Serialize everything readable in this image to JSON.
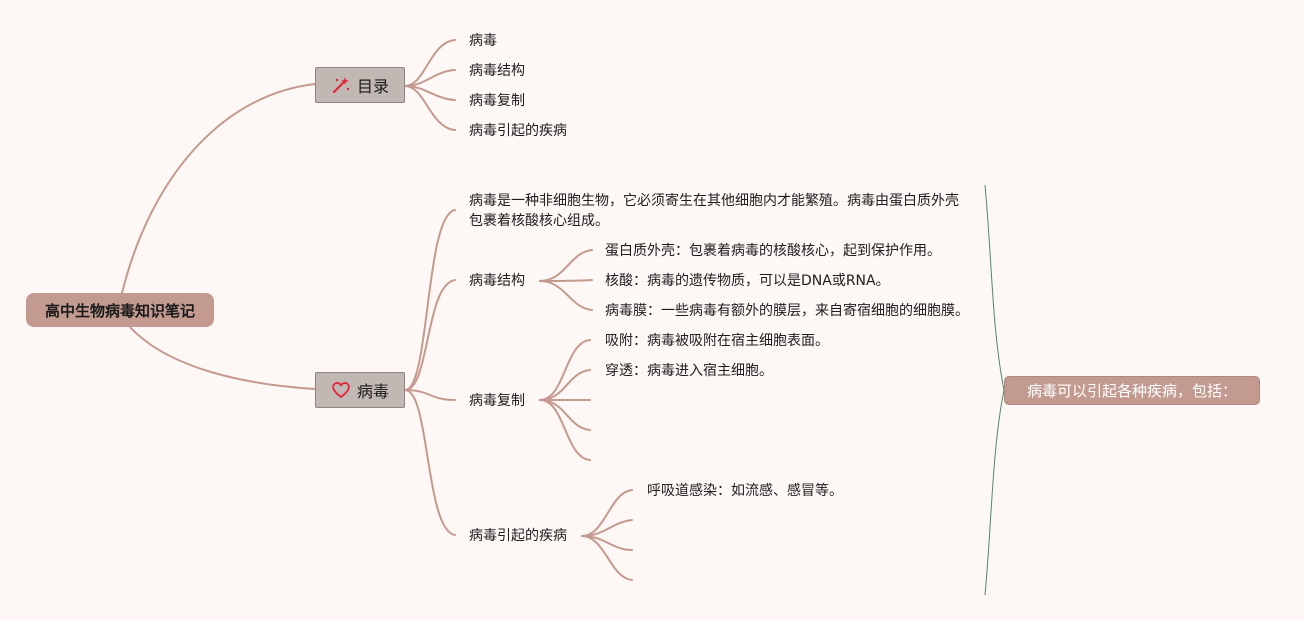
{
  "root": {
    "label": "高中生物病毒知识笔记"
  },
  "toc": {
    "label": "目录",
    "icon": "magic-wand-icon",
    "items": [
      "病毒",
      "病毒结构",
      "病毒复制",
      "病毒引起的疾病"
    ]
  },
  "virus": {
    "label": "病毒",
    "icon": "heart-icon",
    "definition": "病毒是一种非细胞生物，它必须寄生在其他细胞内才能繁殖。病毒由蛋白质外壳包裹着核酸核心组成。",
    "structure": {
      "label": "病毒结构",
      "items": [
        "蛋白质外壳：包裹着病毒的核酸核心，起到保护作用。",
        "核酸：病毒的遗传物质，可以是DNA或RNA。",
        "病毒膜：一些病毒有额外的膜层，来自寄宿细胞的细胞膜。"
      ]
    },
    "replication": {
      "label": "病毒复制",
      "items": [
        "吸附：病毒被吸附在宿主细胞表面。",
        "穿透：病毒进入宿主细胞。"
      ]
    },
    "diseases": {
      "label": "病毒引起的疾病",
      "items": [
        "呼吸道感染：如流感、感冒等。"
      ]
    }
  },
  "summary": {
    "label": "病毒可以引起各种疾病，包括："
  },
  "colors": {
    "background": "#fdf7f6",
    "branch_line": "#c49a8f",
    "root_fill": "#c39a90",
    "main_node_fill": "#c1b8b4",
    "summary_bracket": "#4f8a6a",
    "icon_accent": "#e0263a"
  }
}
